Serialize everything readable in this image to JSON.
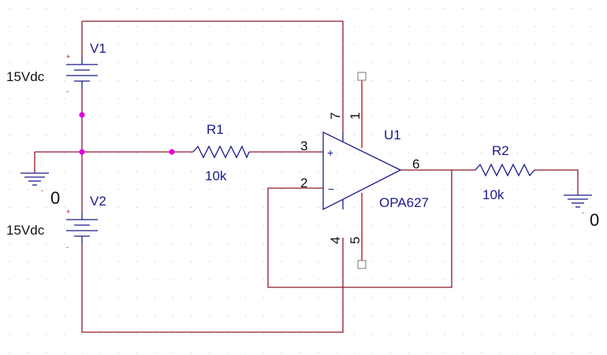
{
  "components": {
    "v1": {
      "ref": "V1",
      "value": "15Vdc"
    },
    "v2": {
      "ref": "V2",
      "value": "15Vdc"
    },
    "r1": {
      "ref": "R1",
      "value": "10k"
    },
    "r2": {
      "ref": "R2",
      "value": "10k"
    },
    "u1": {
      "ref": "U1",
      "part": "OPA627"
    }
  },
  "pins": {
    "p1": "1",
    "p2": "2",
    "p3": "3",
    "p4": "4",
    "p5": "5",
    "p6": "6",
    "p7": "7"
  },
  "grounds": {
    "left": "0",
    "right": "0"
  },
  "opamp_symbols": {
    "plus": "+",
    "minus": "−"
  },
  "source_marks": {
    "plus": "+",
    "minus": "-"
  },
  "colors": {
    "wire": "#8b1a2b",
    "symbol": "#1a1a8c",
    "junction": "#e000e0",
    "pin_stub": "#cc0000",
    "grid_dot": "#c0c0c0"
  }
}
